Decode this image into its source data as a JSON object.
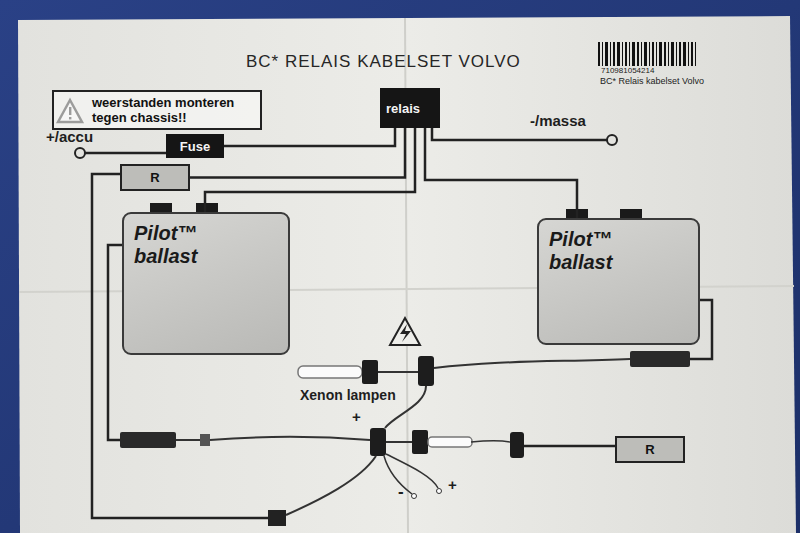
{
  "diagram": {
    "title": "BC* RELAIS KABELSET VOLVO",
    "nodes": [
      {
        "text": [
          "weerstanden monteren tegen chassis!!"
        ]
      },
      {
        "text": [
          "relais"
        ]
      },
      {
        "text": [
          "Fuse"
        ]
      },
      {
        "text": [
          "R"
        ]
      },
      {
        "text": [
          "Pilot™ ballast"
        ]
      },
      {
        "text": [
          "Pilot™ ballast"
        ]
      },
      {
        "text": [
          "R"
        ]
      }
    ],
    "edges": [
      {
        "from": 2,
        "to": 1,
        "arrow": "none"
      },
      {
        "from": 3,
        "to": 1,
        "arrow": "none"
      },
      {
        "from": 1,
        "to": 4,
        "arrow": "none"
      },
      {
        "from": 1,
        "to": 5,
        "arrow": "none"
      }
    ],
    "labels": [
      "710981054214",
      "BC* Relais kabelset Volvo",
      "+/accu",
      "-/massa",
      "Xenon lampen",
      "+",
      "-",
      "+"
    ]
  }
}
